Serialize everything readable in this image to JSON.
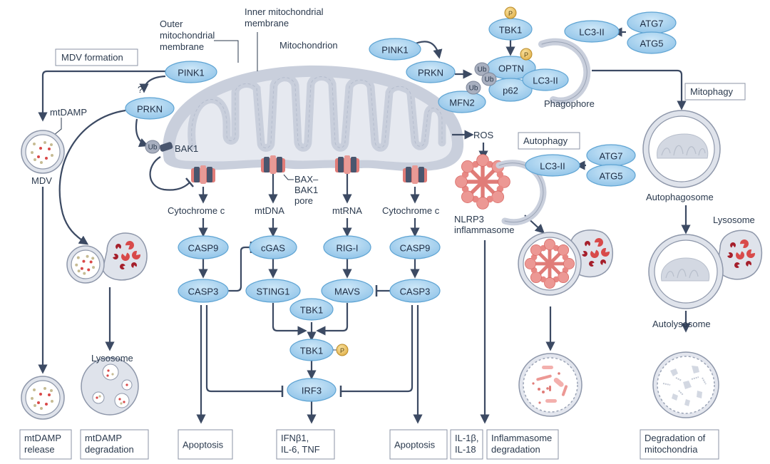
{
  "labels": {
    "outer_membrane": [
      "Outer",
      "mitochondrial",
      "membrane"
    ],
    "inner_membrane": [
      "Inner mitochondrial",
      "membrane"
    ],
    "mitochondrion": "Mitochondrion",
    "mtdamp": "mtDAMP",
    "mdv": "MDV",
    "question": "?",
    "bak1": "BAK1",
    "pore": [
      "BAX–",
      "BAK1",
      "pore"
    ],
    "cytochrome_c_left": "Cytochrome c",
    "mtdna": "mtDNA",
    "mtrna": "mtRNA",
    "cytochrome_c_right": "Cytochrome c",
    "ros": "ROS",
    "nlrp3": [
      "NLRP3",
      "inflammasome"
    ],
    "phagophore": "Phagophore",
    "autophagosome": "Autophagosome",
    "lysosome_right": "Lysosome",
    "autolysosome": "Autolysosome",
    "lysosome_left": "Lysosome"
  },
  "process_boxes": {
    "mdv_formation": "MDV formation",
    "mitophagy": "Mitophagy",
    "autophagy": "Autophagy"
  },
  "proteins": {
    "pink1_left": "PINK1",
    "prkn_left": "PRKN",
    "pink1_top": "PINK1",
    "prkn_top": "PRKN",
    "tbk1_top": "TBK1",
    "optn": "OPTN",
    "p62": "p62",
    "mfn2": "MFN2",
    "lc3_top_a": "LC3-II",
    "lc3_top_b": "LC3-II",
    "atg7_top": "ATG7",
    "atg5_top": "ATG5",
    "lc3_mid": "LC3-II",
    "atg7_mid": "ATG7",
    "atg5_mid": "ATG5",
    "casp9_left": "CASP9",
    "casp3_left": "CASP3",
    "cgas": "cGAS",
    "sting1": "STING1",
    "rigi": "RIG-I",
    "mavs": "MAVS",
    "casp9_right": "CASP9",
    "casp3_right": "CASP3",
    "tbk1_mid": "TBK1",
    "tbk1_p": "TBK1",
    "irf3": "IRF3"
  },
  "modifiers": {
    "phospho": "P",
    "ubiquitin": "Ub"
  },
  "outcomes": [
    [
      "mtDAMP",
      "release"
    ],
    [
      "mtDAMP",
      "degradation"
    ],
    [
      "Apoptosis"
    ],
    [
      "IFNβ1,",
      "IL-6, TNF"
    ],
    [
      "Apoptosis"
    ],
    [
      "IL-1β,",
      "IL-18"
    ],
    [
      "Inflammasome",
      "degradation"
    ],
    [
      "Degradation of",
      "mitochondria"
    ]
  ],
  "colors": {
    "protein_fill": "#a9d3ef",
    "protein_stroke": "#5fa4d3",
    "arrow": "#3c4a63",
    "membrane": "#c9cfdc",
    "matrix": "#e6e9f0",
    "pore_red": "#e07c78",
    "pore_dark": "#4a566e",
    "phospho": "#f0c766",
    "mtdamp_red": "#d94848",
    "mtdamp_tan": "#c6bb93"
  }
}
